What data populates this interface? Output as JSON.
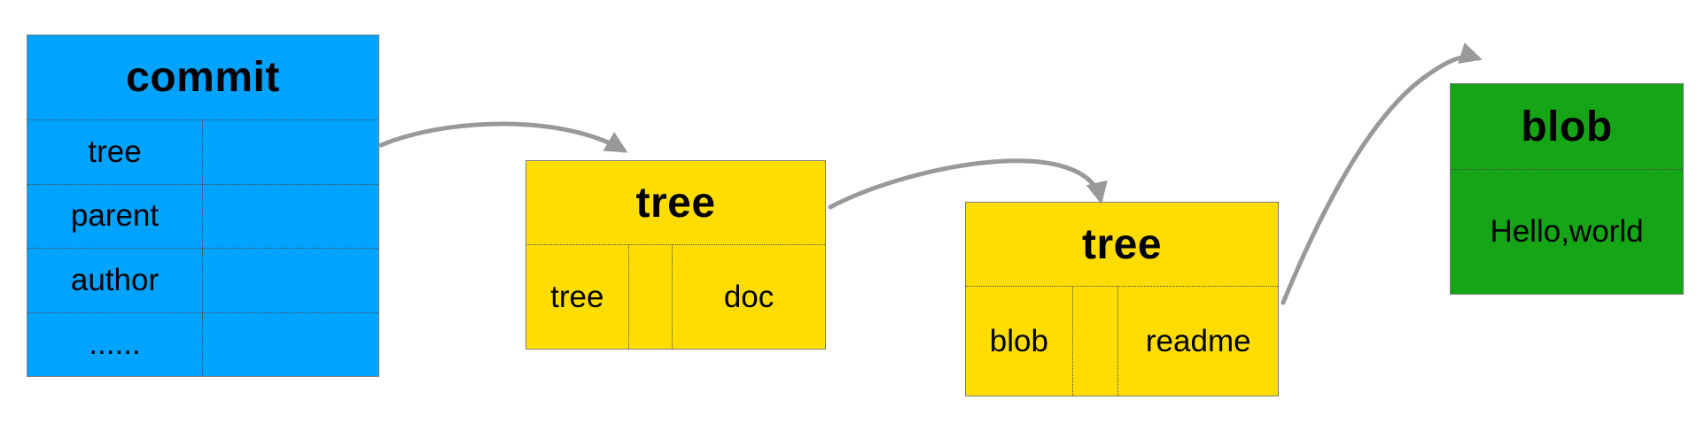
{
  "colors": {
    "commit_box": "#00A3FF",
    "tree_box": "#FFDD00",
    "blob_box": "#16A516",
    "arrow": "#999999",
    "box_border": "#7F7F7F",
    "divider_dotted": "#4D4D4D",
    "text": "#000000",
    "background": "#FFFFFF"
  },
  "boxes": {
    "commit": {
      "title": "commit",
      "rows": [
        "tree",
        "parent",
        "author",
        "......"
      ]
    },
    "tree_root": {
      "title": "tree",
      "cells": [
        "tree",
        "",
        "doc"
      ]
    },
    "tree_child": {
      "title": "tree",
      "cells": [
        "blob",
        "",
        "readme"
      ]
    },
    "blob": {
      "title": "blob",
      "content": "Hello,world"
    }
  }
}
